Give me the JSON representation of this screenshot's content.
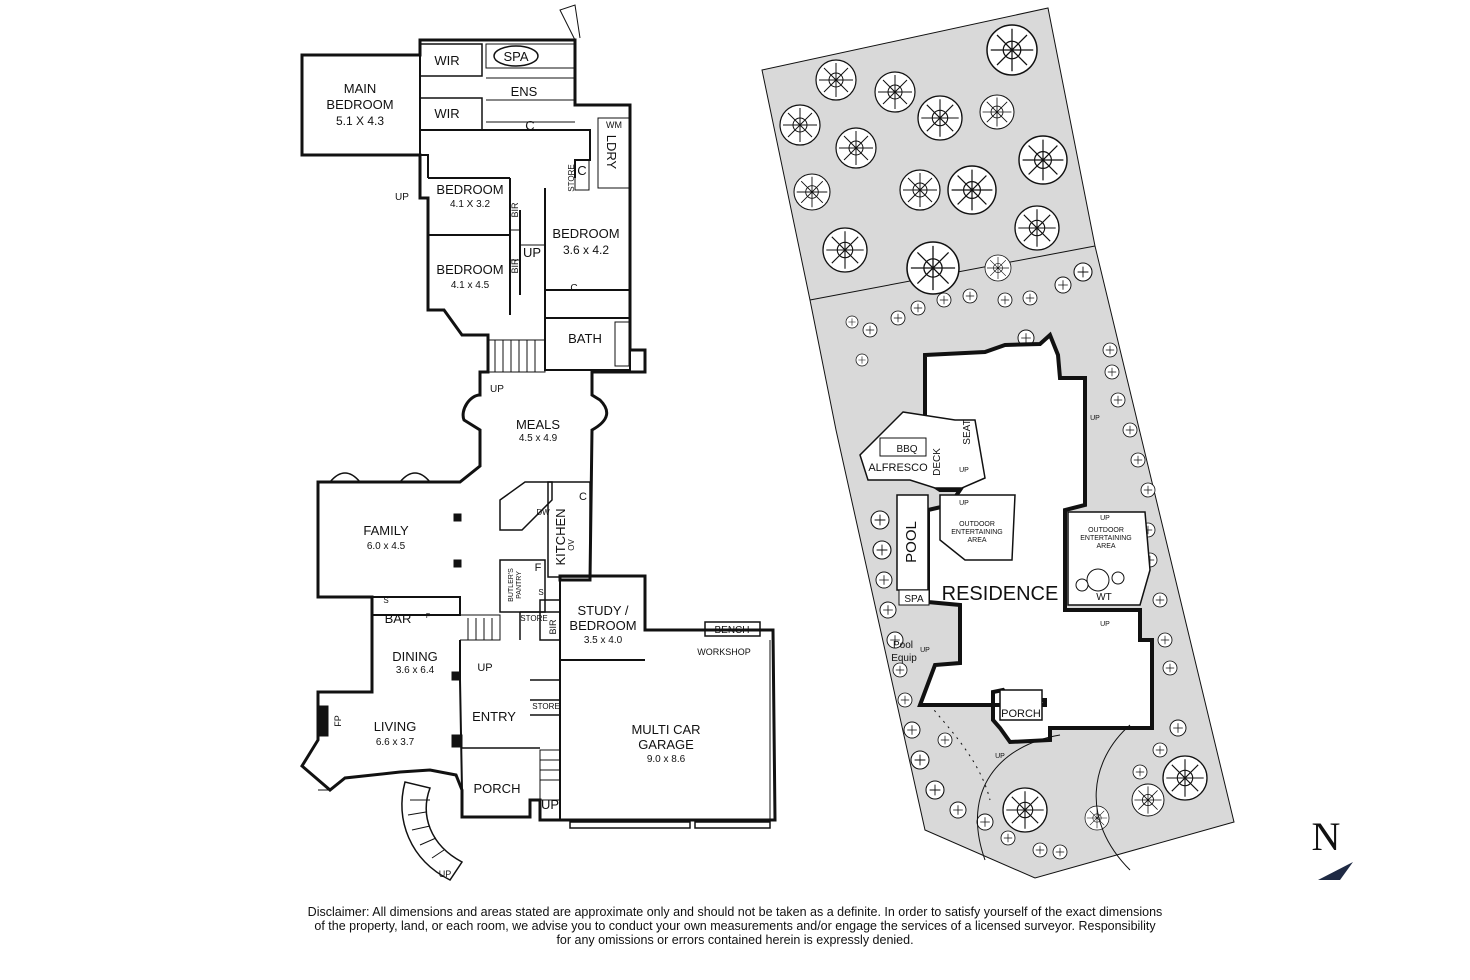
{
  "floor_plan": {
    "rooms": {
      "main_bedroom": {
        "name_1": "MAIN",
        "name_2": "BEDROOM",
        "size": "5.1 X 4.3"
      },
      "wir_1": "WIR",
      "wir_2": "WIR",
      "spa_top": "SPA",
      "ens": "ENS",
      "c_ens": "C",
      "ldry": "LDRY",
      "wm": "WM",
      "store_upper": "STORE",
      "c_upper": "C",
      "bedroom_2": {
        "name": "BEDROOM",
        "size": "4.1 X 3.2"
      },
      "bedroom_3": {
        "name": "BEDROOM",
        "size": "3.6 x 4.2"
      },
      "bedroom_4": {
        "name": "BEDROOM",
        "size": "4.1 x 4.5"
      },
      "bir_1": "BIR",
      "bir_2": "BIR",
      "c_bed3": "C",
      "bath": "BATH",
      "meals": {
        "name": "MEALS",
        "size": "4.5 x 4.9"
      },
      "family": {
        "name": "FAMILY",
        "size": "6.0 x 4.5"
      },
      "kitchen": "KITCHEN",
      "dw": "DW",
      "ov": "OV",
      "c_kitchen": "C",
      "butlers_pantry_1": "BUTLER'S",
      "butlers_pantry_2": "PANTRY",
      "f_kitchen": "F",
      "s_pantry": "S",
      "s_bar": "S",
      "f_bar": "F",
      "bar": "BAR",
      "store_mid": "STORE",
      "bir_study": "BIR",
      "study": {
        "name_1": "STUDY /",
        "name_2": "BEDROOM",
        "size": "3.5 x 4.0"
      },
      "dining": {
        "name": "DINING",
        "size": "3.6 x 6.4"
      },
      "living": {
        "name": "LIVING",
        "size": "6.6 x 3.7"
      },
      "fp": "FP",
      "entry": "ENTRY",
      "store_entry": "STORE",
      "porch": "PORCH",
      "bench": "BENCH",
      "workshop": "WORKSHOP",
      "garage": {
        "name_1": "MULTI CAR",
        "name_2": "GARAGE",
        "size": "9.0 x 8.6"
      }
    },
    "up_labels": [
      "UP",
      "UP",
      "UP",
      "UP",
      "UP",
      "UP"
    ]
  },
  "site_plan": {
    "residence": "RESIDENCE",
    "pool": "POOL",
    "spa": "SPA",
    "pool_equip_1": "Pool",
    "pool_equip_2": "Equip",
    "bbq": "BBQ",
    "alfresco": "ALFRESCO",
    "deck": "DECK",
    "seat": "SEAT",
    "outdoor_left": [
      "OUTDOOR",
      "ENTERTAINING",
      "AREA"
    ],
    "outdoor_right": [
      "OUTDOOR",
      "ENTERTAINING",
      "AREA"
    ],
    "wt": "WT",
    "porch": "PORCH",
    "up_labels": [
      "UP",
      "UP",
      "UP",
      "UP",
      "UP",
      "UP",
      "UP"
    ]
  },
  "north": "N",
  "disclaimer": [
    "Disclaimer: All dimensions and areas stated are approximate only and should not be taken as a definite. In order to satisfy yourself of the exact dimensions",
    "of the property, land, or each room, we advise you to conduct your own measurements and/or engage the services of a licensed surveyor. Responsibility",
    "for any omissions or errors contained herein is expressly denied."
  ],
  "colors": {
    "wall": "#111111",
    "land": "#d9d9d9",
    "ink": "#111111",
    "north_arrow": "#1f2a44"
  }
}
